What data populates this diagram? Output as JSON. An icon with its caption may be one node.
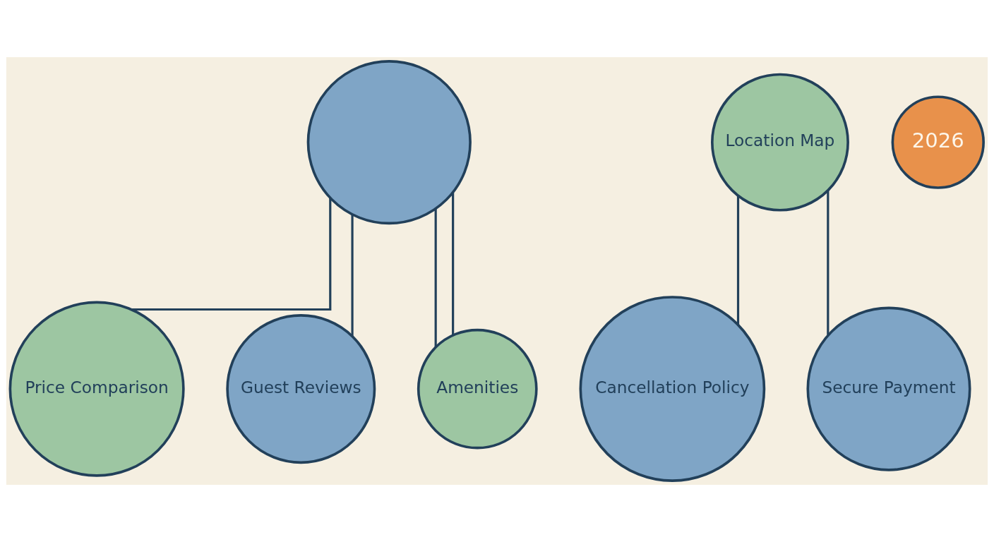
{
  "diagram": {
    "nodes": [
      {
        "text": [],
        "shape": "circle"
      },
      {
        "text": [
          "Price Comparison"
        ]
      },
      {
        "text": [
          "Guest Reviews"
        ]
      },
      {
        "text": [
          "Amenities"
        ]
      },
      {
        "text": [
          "Location Map"
        ]
      },
      {
        "text": [
          "Cancellation Policy"
        ]
      },
      {
        "text": [
          "Secure Payment"
        ]
      },
      {
        "text": [
          "2026"
        ]
      }
    ],
    "edges": [
      {
        "from": 0,
        "to": 1,
        "arrow": "none"
      },
      {
        "from": 0,
        "to": 2,
        "arrow": "none"
      },
      {
        "from": 0,
        "to": 3,
        "arrow": "none"
      },
      {
        "from": 0,
        "to": 3,
        "arrow": "none"
      },
      {
        "from": 4,
        "to": 5,
        "arrow": "none"
      },
      {
        "from": 4,
        "to": 6,
        "arrow": "none"
      }
    ]
  }
}
